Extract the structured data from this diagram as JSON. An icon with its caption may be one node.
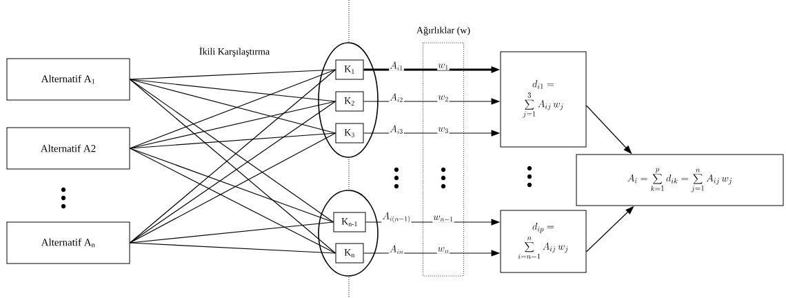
{
  "diagram": {
    "nodes": [
      {
        "text": [
          "Alternatif A$_{1}$"
        ]
      },
      {
        "text": [
          "Alternatif A2"
        ]
      },
      {
        "text": [
          "Alternatif A$_{n}$"
        ]
      },
      {
        "text": [],
        "shape": "ellipse"
      },
      {
        "text": [
          "K$_{1}$"
        ],
        "in": 3
      },
      {
        "text": [
          "K$_{2}$"
        ],
        "in": 3
      },
      {
        "text": [
          "K$_{3}$"
        ],
        "in": 3
      },
      {
        "text": [],
        "shape": "ellipse"
      },
      {
        "text": [
          "K$_{n-1}$"
        ],
        "in": 7
      },
      {
        "text": [
          "K$_{n}$"
        ],
        "in": 7
      },
      {
        "text": [
          "d_{i1}=",
          "\\sum_{j=1}^{3} A_{ij}\\, w_j"
        ]
      },
      {
        "text": [
          "d_{ip}=",
          "\\sum_{i=n-1}^{n} A_{ij}\\, w_j"
        ]
      },
      {
        "text": [
          "A_i = \\sum_{k=1}^{p} d_{ik} = \\sum_{j=1}^{n} A_{ij}\\, w_j"
        ]
      }
    ],
    "edges": [
      {
        "from": 0,
        "to": 4,
        "arrow": "none"
      },
      {
        "from": 0,
        "to": 5,
        "arrow": "none"
      },
      {
        "from": 0,
        "to": 6,
        "arrow": "none"
      },
      {
        "from": 0,
        "to": 8,
        "arrow": "none"
      },
      {
        "from": 0,
        "to": 9,
        "arrow": "none"
      },
      {
        "from": 1,
        "to": 4,
        "arrow": "none"
      },
      {
        "from": 1,
        "to": 5,
        "arrow": "none"
      },
      {
        "from": 1,
        "to": 6,
        "arrow": "none"
      },
      {
        "from": 1,
        "to": 8,
        "arrow": "none"
      },
      {
        "from": 1,
        "to": 9,
        "arrow": "none"
      },
      {
        "from": 2,
        "to": 4,
        "arrow": "none"
      },
      {
        "from": 2,
        "to": 5,
        "arrow": "none"
      },
      {
        "from": 2,
        "to": 6,
        "arrow": "none"
      },
      {
        "from": 2,
        "to": 8,
        "arrow": "none"
      },
      {
        "from": 2,
        "to": 9,
        "arrow": "none"
      },
      {
        "from": 4,
        "to": 10,
        "arrow": "to",
        "label": "A_{i1}",
        "style": "thick"
      },
      {
        "from": 5,
        "to": 10,
        "arrow": "to",
        "label": "A_{i2}"
      },
      {
        "from": 6,
        "to": 10,
        "arrow": "to",
        "label": "A_{i3}"
      },
      {
        "from": 8,
        "to": 11,
        "arrow": "to",
        "label": "A_{i(n-1)}"
      },
      {
        "from": 9,
        "to": 11,
        "arrow": "to",
        "label": "A_{in}"
      },
      {
        "from": 10,
        "to": 12,
        "arrow": "to"
      },
      {
        "from": 11,
        "to": 12,
        "arrow": "to"
      }
    ],
    "labels": [
      "İkili Karşılaştırma",
      "Ağırlıklar (w)",
      "w_1",
      "w_2",
      "w_3",
      "w_{n-1}",
      "w_n"
    ]
  }
}
